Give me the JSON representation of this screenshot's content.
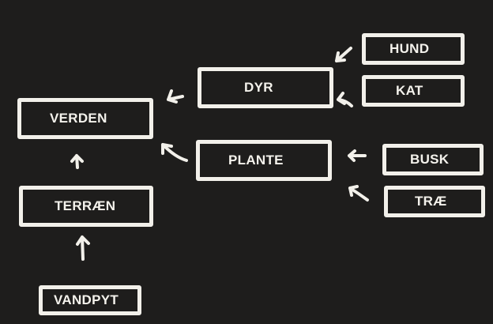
{
  "diagram": {
    "nodes": {
      "verden": "VERDEN",
      "terraen": "TERRÆN",
      "vandpyt": "VANDPYT",
      "dyr": "DYR",
      "hund": "HUND",
      "kat": "KAT",
      "plante": "PLANTE",
      "busk": "BUSK",
      "trae": "TRÆ"
    },
    "edges": [
      {
        "from": "hund",
        "to": "dyr"
      },
      {
        "from": "kat",
        "to": "dyr"
      },
      {
        "from": "dyr",
        "to": "verden"
      },
      {
        "from": "plante",
        "to": "verden"
      },
      {
        "from": "busk",
        "to": "plante"
      },
      {
        "from": "trae",
        "to": "plante"
      },
      {
        "from": "terraen",
        "to": "verden"
      },
      {
        "from": "vandpyt",
        "to": "terraen"
      }
    ]
  },
  "colors": {
    "background": "#1e1d1c",
    "stroke": "#f2f0ea",
    "text": "#f4f2ec"
  }
}
